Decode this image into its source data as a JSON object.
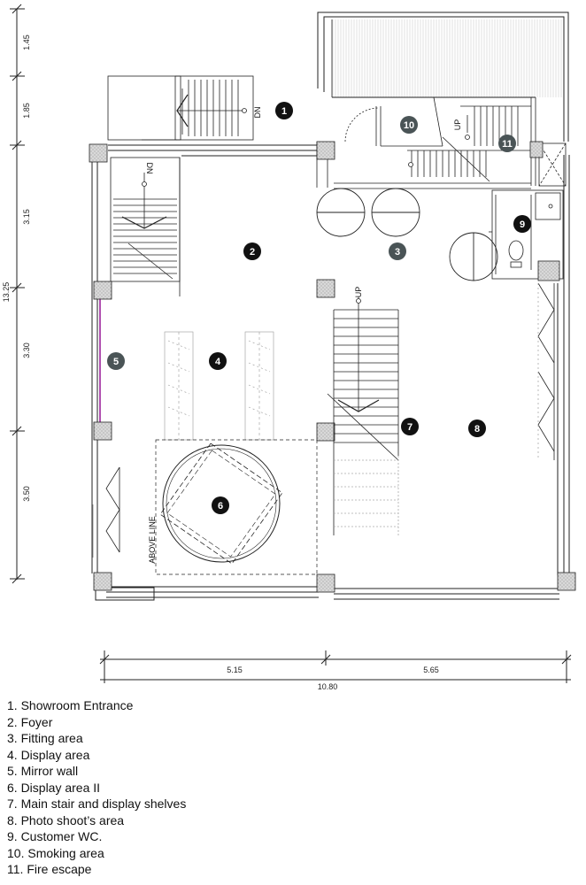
{
  "plan": {
    "dimensions_vertical": [
      "1.45",
      "1.85",
      "3.15",
      "3.30",
      "3.50"
    ],
    "dimension_total_vertical": "13.25",
    "dimensions_horizontal": [
      "5.15",
      "5.65"
    ],
    "dimension_total_horizontal": "10.80",
    "stair_labels": {
      "entrance_stair": "DN",
      "left_stair": "DN",
      "smoking_stair": "UP",
      "main_stair": "UP"
    },
    "above_line_label": "ABOVE LINE",
    "room_markers": [
      {
        "number": "1",
        "style": "black"
      },
      {
        "number": "2",
        "style": "black"
      },
      {
        "number": "3",
        "style": "grey"
      },
      {
        "number": "4",
        "style": "black"
      },
      {
        "number": "5",
        "style": "grey"
      },
      {
        "number": "6",
        "style": "black"
      },
      {
        "number": "7",
        "style": "black"
      },
      {
        "number": "8",
        "style": "black"
      },
      {
        "number": "9",
        "style": "black"
      },
      {
        "number": "10",
        "style": "grey"
      },
      {
        "number": "11",
        "style": "grey"
      }
    ],
    "colors": {
      "black_marker": "#111111",
      "grey_marker": "#4a5456",
      "mirror_wall": "#b04fb0",
      "column_fill": "#d6d6d6",
      "line": "#222222"
    }
  },
  "legend": [
    "1. Showroom Entrance",
    "2. Foyer",
    "3. Fitting area",
    "4. Display area",
    "5. Mirror wall",
    "6. Display area II",
    "7. Main stair and display shelves",
    "8. Photo shoot’s area",
    "9. Customer WC.",
    "10. Smoking area",
    "11. Fire escape"
  ]
}
